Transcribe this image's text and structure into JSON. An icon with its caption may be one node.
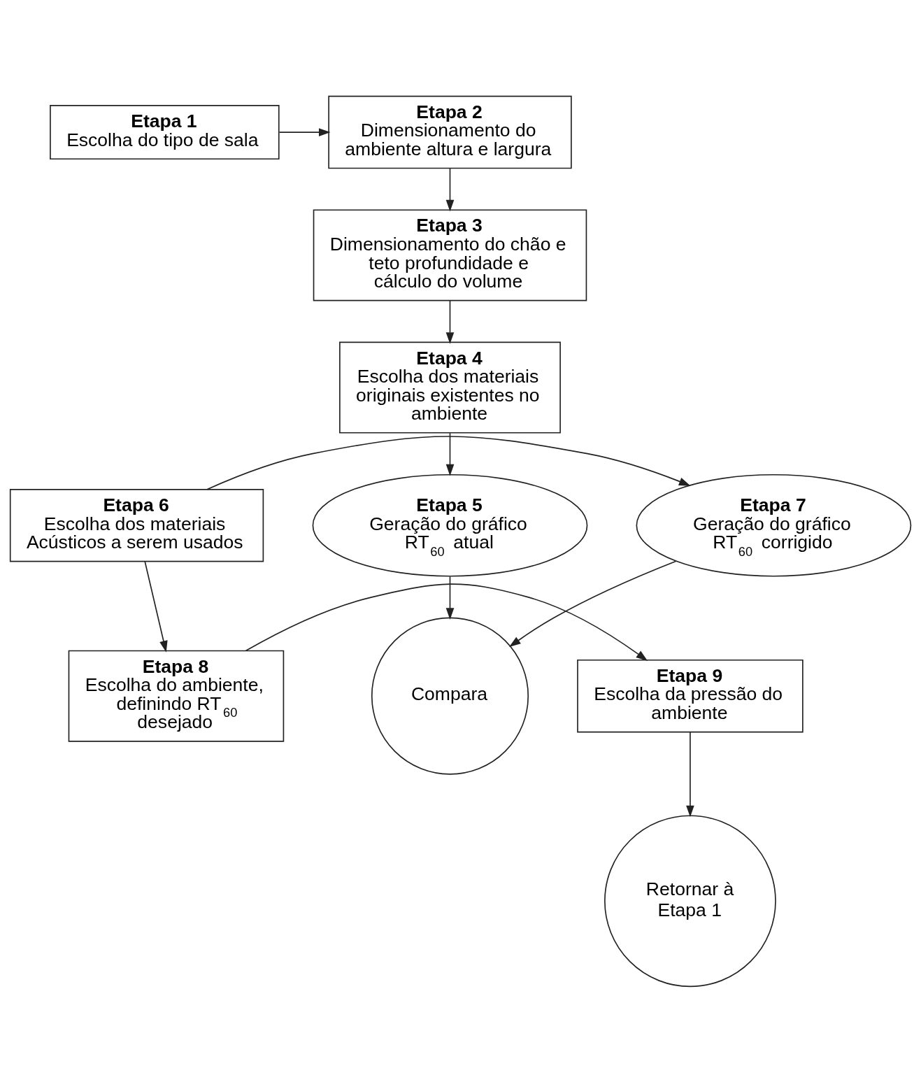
{
  "diagram": {
    "nodes": [
      {
        "text": [
          "Etapa 1",
          "Escolha do tipo de sala"
        ]
      },
      {
        "text": [
          "Etapa 2",
          "Dimensionamento do ambiente altura e largura"
        ]
      },
      {
        "text": [
          "Etapa 3",
          "Dimensionamento do chão e teto profundidade e cálculo do volume"
        ]
      },
      {
        "text": [
          "Etapa 4",
          "Escolha dos materiais originais existentes no ambiente"
        ]
      },
      {
        "text": [
          "Etapa 5",
          "Geração do gráfico RT$_{60}$ atual"
        ]
      },
      {
        "text": [
          "Compara"
        ]
      },
      {
        "text": [
          "Etapa 6",
          "Escolha dos materiais Acústicos a serem usados"
        ]
      },
      {
        "text": [
          "Etapa 7",
          "Geração do gráfico RT$_{60}$ corrigido"
        ]
      },
      {
        "text": [
          "Etapa 8",
          "Escolha do ambiente, definindo RT$_{60}$ desejado"
        ]
      },
      {
        "text": [
          "Etapa 9",
          "Escolha da pressão do ambiente"
        ]
      },
      {
        "text": [
          "Retornar à Etapa 1"
        ]
      }
    ],
    "edges": [
      {
        "from": 0,
        "to": 1,
        "arrow": "to"
      },
      {
        "from": 1,
        "to": 2,
        "arrow": "to"
      },
      {
        "from": 2,
        "to": 3,
        "arrow": "to"
      },
      {
        "from": 3,
        "to": 4,
        "arrow": "to"
      },
      {
        "from": 4,
        "to": 5,
        "arrow": "to"
      },
      {
        "from": 7,
        "to": 5,
        "arrow": "to"
      },
      {
        "from": 6,
        "to": 7,
        "arrow": "to"
      },
      {
        "from": 6,
        "to": 8,
        "arrow": "to"
      },
      {
        "from": 8,
        "to": 9,
        "arrow": "to"
      },
      {
        "from": 9,
        "to": 10,
        "arrow": "to"
      }
    ]
  }
}
